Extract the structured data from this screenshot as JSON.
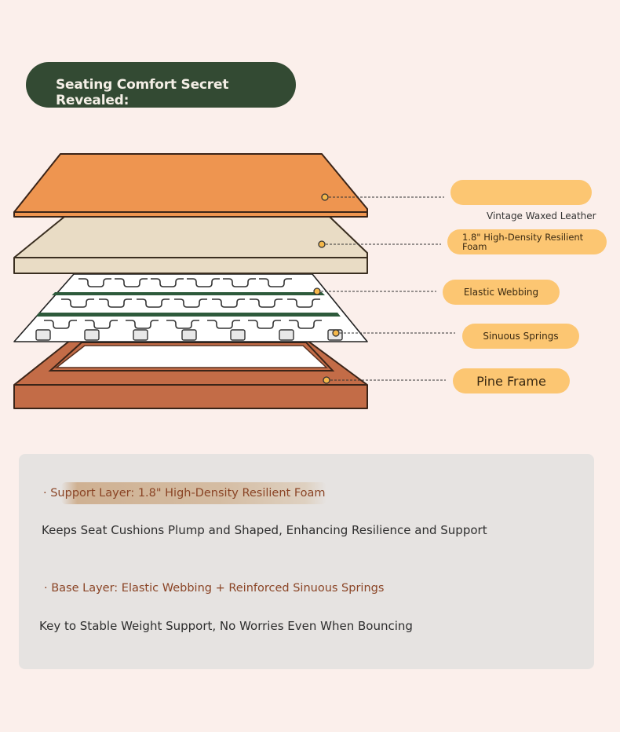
{
  "header": {
    "title": "Seating Comfort Secret Revealed:"
  },
  "layers": [
    {
      "label": "",
      "caption": "Vintage Waxed Leather",
      "color": "#ee9550"
    },
    {
      "label": "1.8\" High-Density Resilient Foam",
      "color": "#e9dcc5"
    },
    {
      "label": "Elastic Webbing",
      "color": "#2d5a3b"
    },
    {
      "label": "Sinuous Springs",
      "color": "#ffffff"
    },
    {
      "label": "Pine Frame",
      "color": "#c36c47"
    }
  ],
  "colors": {
    "pill": "#fcc672",
    "header_bg": "#334a33",
    "accent_text": "#8a4425"
  },
  "info": {
    "items": [
      {
        "heading": "· Support Layer: 1.8\" High-Density Resilient Foam",
        "description": "Keeps Seat Cushions Plump and Shaped, Enhancing Resilience and Support"
      },
      {
        "heading": "· Base Layer: Elastic Webbing + Reinforced Sinuous Springs",
        "description": "Key to Stable Weight Support, No Worries Even When Bouncing"
      }
    ]
  }
}
